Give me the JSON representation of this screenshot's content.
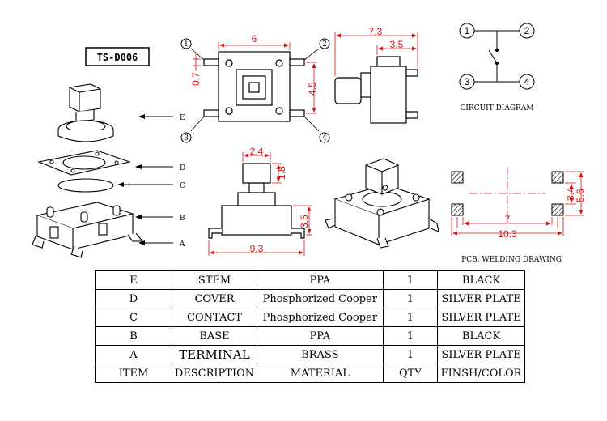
{
  "part_number": "TS-D006",
  "circuit": {
    "caption": "CIRCUIT DIAGRAM",
    "pins": [
      "1",
      "2",
      "3",
      "4"
    ]
  },
  "pcb": {
    "caption": "PCB. WELDING DRAWING",
    "dims": {
      "inner": "7",
      "outer": "10.3",
      "h1": "3.4",
      "h2": "5.6"
    }
  },
  "top_view": {
    "dims": {
      "width": "6",
      "pin_offset": "0.7",
      "height": "4.5"
    },
    "pins": [
      "1",
      "2",
      "3",
      "4"
    ]
  },
  "side_view": {
    "dims": {
      "length": "7.3",
      "depth": "3.5"
    }
  },
  "front_view": {
    "dims": {
      "stem_width": "2.4",
      "stem_height": "1.8",
      "body_height": "3.5",
      "total_width": "9.3"
    }
  },
  "exploded_labels": [
    "E",
    "D",
    "C",
    "B",
    "A"
  ],
  "colors": {
    "dimension": "#d21414",
    "line": "#000000"
  },
  "bom": {
    "rows": [
      {
        "item": "E",
        "description": "STEM",
        "material": "PPA",
        "qty": "1",
        "finish": "BLACK"
      },
      {
        "item": "D",
        "description": "COVER",
        "material": "Phosphorized Cooper",
        "qty": "1",
        "finish": "SILVER PLATE"
      },
      {
        "item": "C",
        "description": "CONTACT",
        "material": "Phosphorized Cooper",
        "qty": "1",
        "finish": "SILVER PLATE"
      },
      {
        "item": "B",
        "description": "BASE",
        "material": "PPA",
        "qty": "1",
        "finish": "BLACK"
      },
      {
        "item": "A",
        "description": "TERMINAL",
        "material": "BRASS",
        "qty": "1",
        "finish": "SILVER PLATE"
      }
    ],
    "header": {
      "item": "ITEM",
      "description": "DESCRIPTION",
      "material": "MATERIAL",
      "qty": "QTY",
      "finish": "FINSH/COLOR"
    }
  }
}
